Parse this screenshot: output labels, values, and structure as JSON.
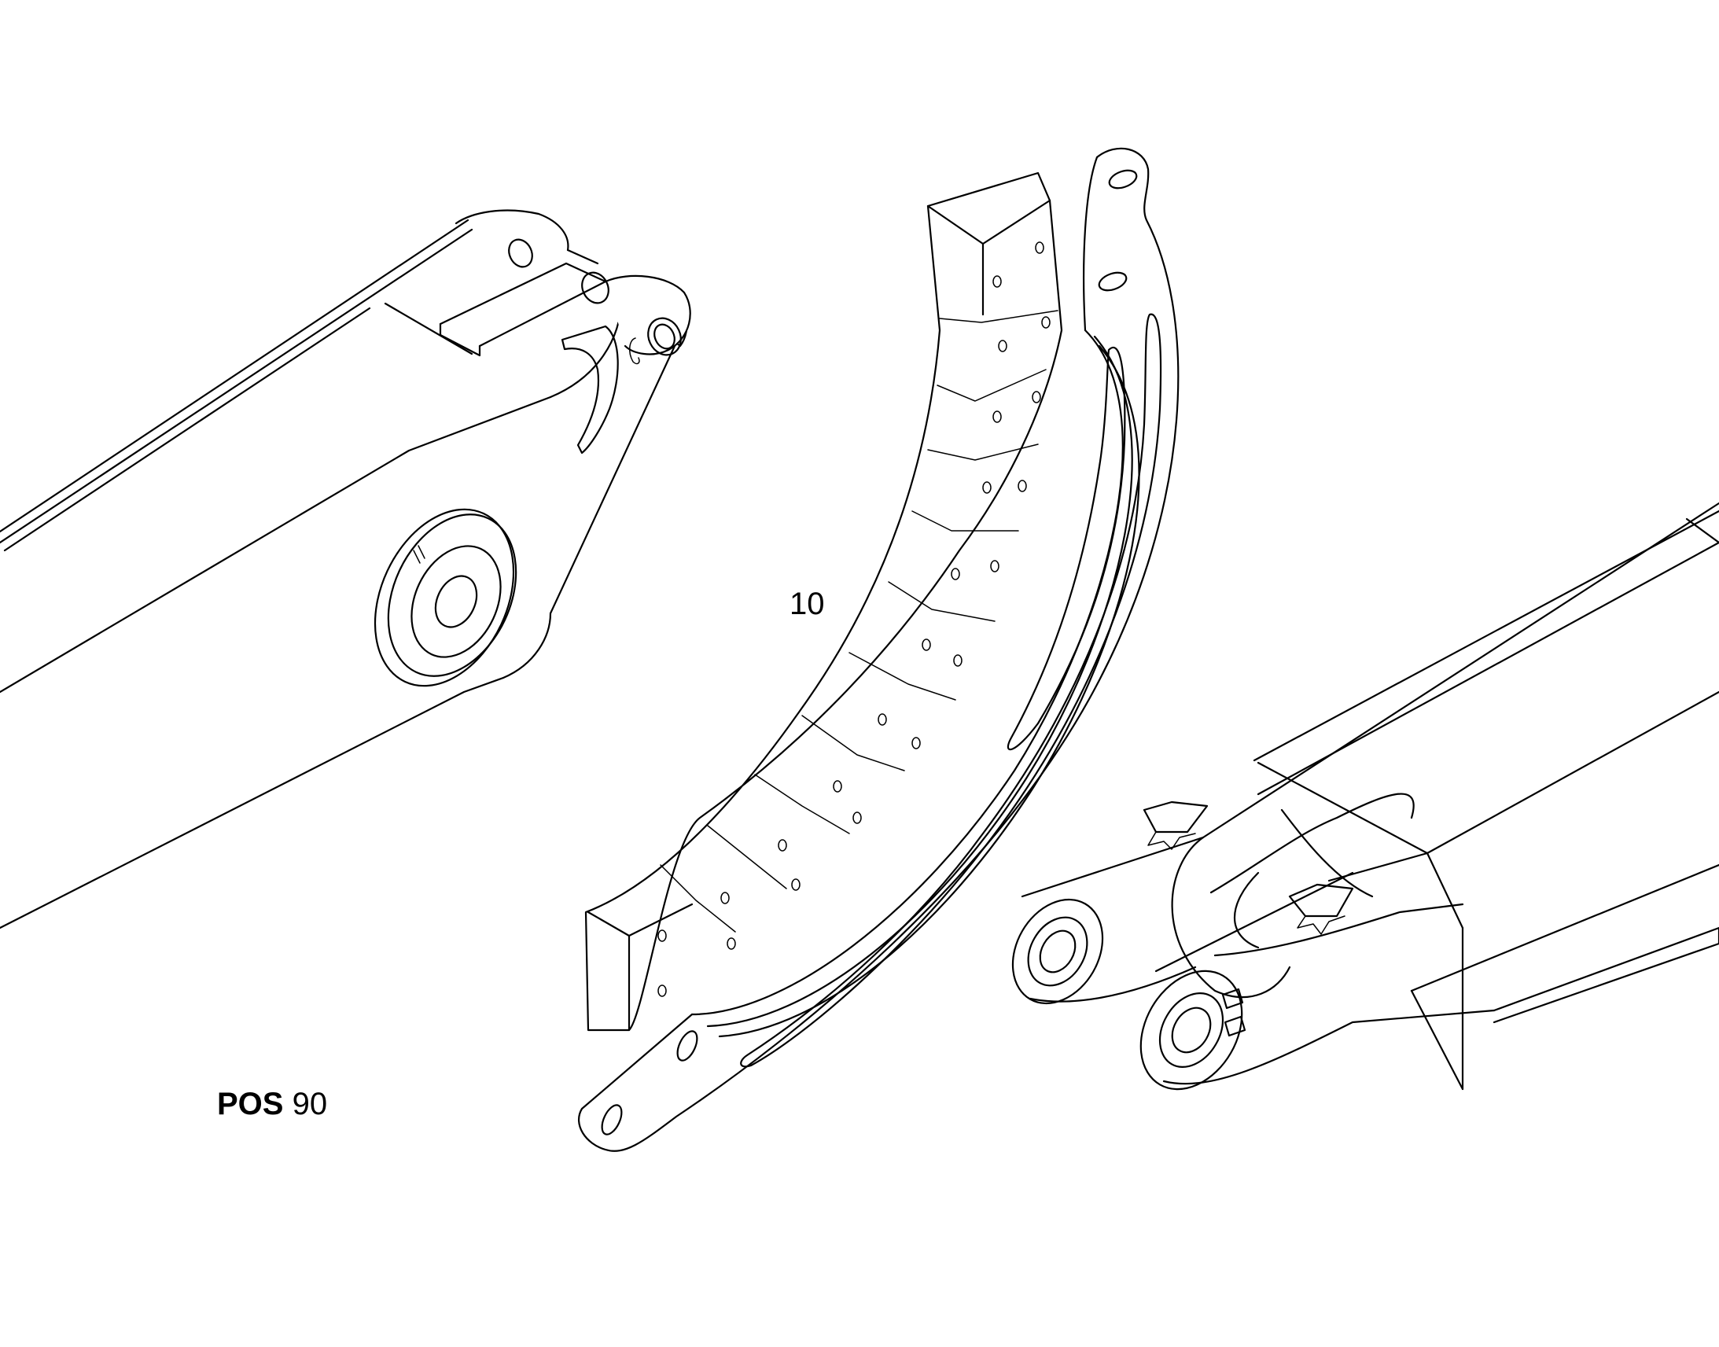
{
  "callouts": {
    "part_number": "10"
  },
  "position": {
    "label": "POS",
    "value": "90"
  }
}
